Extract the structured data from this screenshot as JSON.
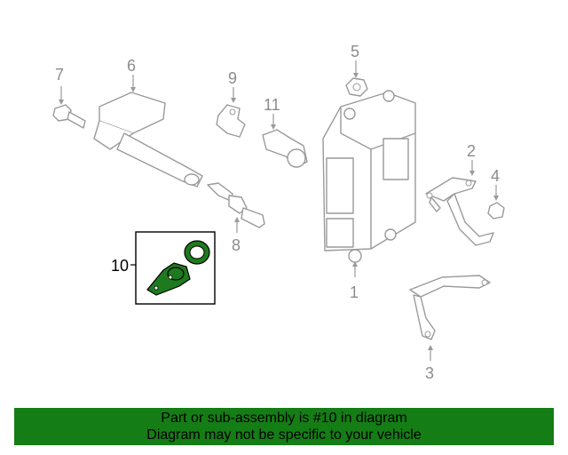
{
  "diagram": {
    "callouts": [
      "1",
      "2",
      "3",
      "4",
      "5",
      "6",
      "7",
      "8",
      "9",
      "10",
      "11"
    ],
    "highlighted_callout": "10",
    "colors": {
      "highlight": "#1e7a1e",
      "banner": "#157d15",
      "part_stroke": "#9a9a9a"
    }
  },
  "banner": {
    "line1": "Part or sub-assembly is #10 in diagram",
    "line2": "Diagram may not be specific to your vehicle"
  }
}
